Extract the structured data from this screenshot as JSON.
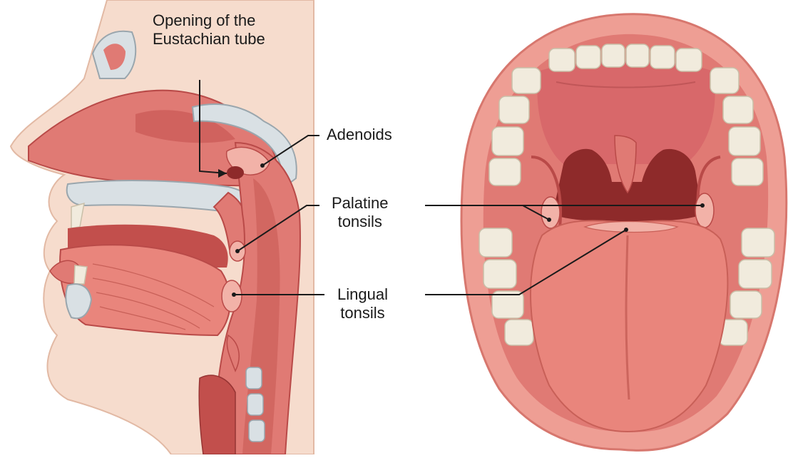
{
  "labels": {
    "eustachian": {
      "line1": "Opening of the",
      "line2": "Eustachian tube"
    },
    "adenoids": {
      "line1": "Adenoids"
    },
    "palatine": {
      "line1": "Palatine",
      "line2": "tonsils"
    },
    "lingual": {
      "line1": "Lingual",
      "line2": "tonsils"
    }
  },
  "colors": {
    "tissue": "#e07a74",
    "tissue_dark": "#c24f4c",
    "tissue_light": "#f2b2a8",
    "skin": "#f6dccd",
    "bone": "#d9e0e4",
    "tooth": "#f1ebdd",
    "tongue": "#e9857c",
    "cavity": "#8e2a2a",
    "leader": "#1a1a1a"
  }
}
